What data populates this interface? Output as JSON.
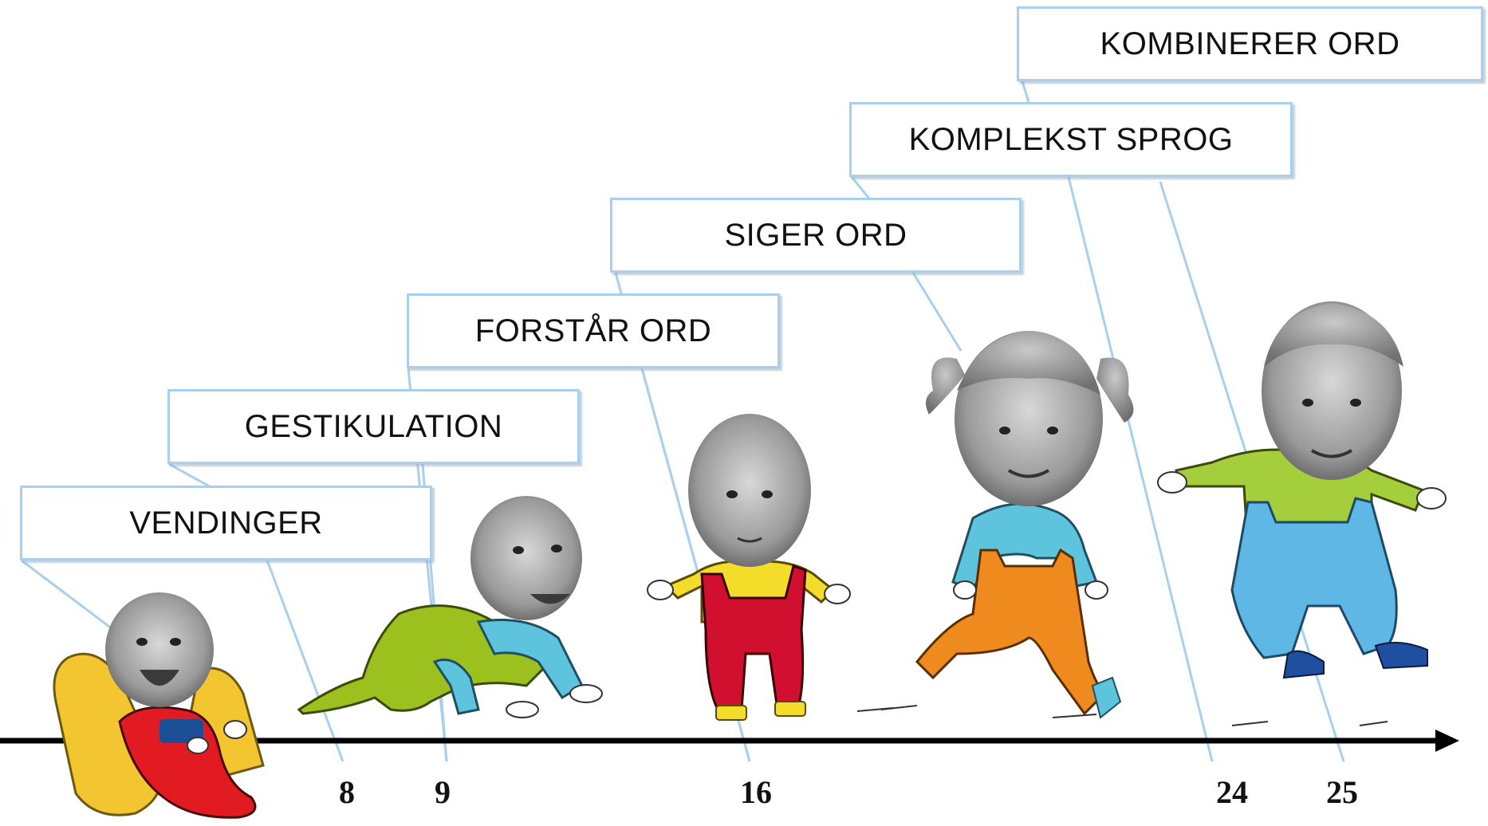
{
  "milestones": [
    {
      "label": "VENDINGER",
      "age": "8"
    },
    {
      "label": "GESTIKULATION",
      "age": "9"
    },
    {
      "label": "FORSTÅR ORD",
      "age": "16"
    },
    {
      "label": "SIGER ORD",
      "age": ""
    },
    {
      "label": "KOMPLEKST SPROG",
      "age": "24"
    },
    {
      "label": "KOMBINERER ORD",
      "age": "25"
    }
  ],
  "ages": [
    "8",
    "9",
    "16",
    "24",
    "25"
  ],
  "colors": {
    "box_border": "#a9cfee",
    "connector": "#a9cfee",
    "axis": "#000000",
    "baby1_seat": "#f2c531",
    "baby1_suit": "#e21b23",
    "baby2_suit": "#9cc11f",
    "baby2_shirt": "#5ec3dc",
    "baby3_overall": "#d0102e",
    "baby3_shirt": "#f3dc2a",
    "baby4_overall": "#ef8a1f",
    "baby4_shirt": "#5ec3dc",
    "baby5_overall": "#5fb7e5",
    "baby5_shirt": "#a5ce3d",
    "baby5_shoes": "#1f4fa0"
  },
  "figures": [
    "baby-in-bouncer-icon",
    "crawling-baby-icon",
    "standing-toddler-icon",
    "running-toddler-icon",
    "jumping-child-icon"
  ]
}
